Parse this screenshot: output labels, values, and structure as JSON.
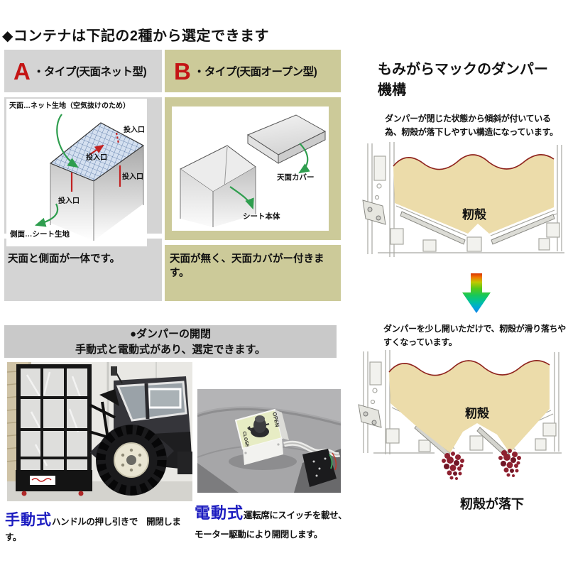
{
  "page_title": "◆コンテナは下記の2種から選定できます",
  "colors": {
    "type_a_bg": "#d4d4d4",
    "type_b_bg": "#ccca99",
    "letter_red": "#c41414",
    "accent_blue": "#1c1cc0",
    "husk_fill": "#ecdcaa",
    "husk_outline": "#8f241e",
    "husk_cluster": "#8e2130",
    "arrow_green": "#2f9e4f",
    "bar_gray": "#c9c9c9"
  },
  "type_a": {
    "letter": "A",
    "title": "・タイプ(天面ネット型)",
    "label_top": "天面…ネット生地（空気抜けのため）",
    "label_inlet": "投入口",
    "label_side": "側面…シート生地",
    "caption": "天面と側面が一体です。"
  },
  "type_b": {
    "letter": "B",
    "title": "・タイプ(天面オープン型)",
    "label_cover": "天面カバー",
    "label_body": "シート本体",
    "caption": "天面が無く、天面カバがー付きます。"
  },
  "damper": {
    "title": "もみがらマックのダンパー機構",
    "closed_text": "ダンパーが閉じた状態から傾斜が付いている為、籾殻が落下しやすい構造になっています。",
    "open_text": "ダンパーを少し開いただけで、籾殻が滑り落ちやすくなっています。",
    "husk_label": "籾殻",
    "fall_caption": "籾殻が落下"
  },
  "operation": {
    "heading1": "●ダンパーの開閉",
    "heading2": "手動式と電動式があり、選定できます。",
    "manual_label": "手動式",
    "manual_desc": "ハンドルの押し引きで　開閉します。",
    "electric_label": "電動式",
    "electric_desc1": "運転席にスイッチを載せ、",
    "electric_desc2": "モーター駆動により開閉します。",
    "switch_open": "OPEN",
    "switch_close": "CLOSE"
  }
}
